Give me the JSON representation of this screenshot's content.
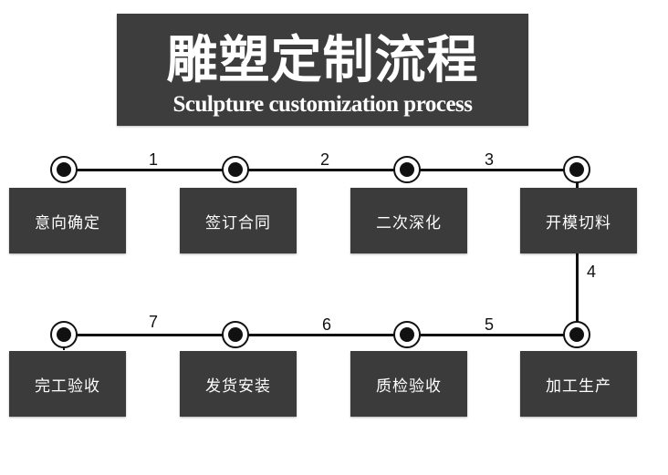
{
  "title": {
    "cn": "雕塑定制流程",
    "en": "Sculpture customization process"
  },
  "steps": [
    {
      "label": "意向确定"
    },
    {
      "label": "签订合同"
    },
    {
      "label": "二次深化"
    },
    {
      "label": "开模切料"
    },
    {
      "label": "加工生产"
    },
    {
      "label": "质检验收"
    },
    {
      "label": "发货安装"
    },
    {
      "label": "完工验收"
    }
  ],
  "connectors": [
    {
      "number": "1"
    },
    {
      "number": "2"
    },
    {
      "number": "3"
    },
    {
      "number": "4"
    },
    {
      "number": "5"
    },
    {
      "number": "6"
    },
    {
      "number": "7"
    }
  ],
  "colors": {
    "banner": "#3d3d3d",
    "box": "#3b3b3b",
    "line": "#111111",
    "text_on_dark": "#ffffff"
  }
}
